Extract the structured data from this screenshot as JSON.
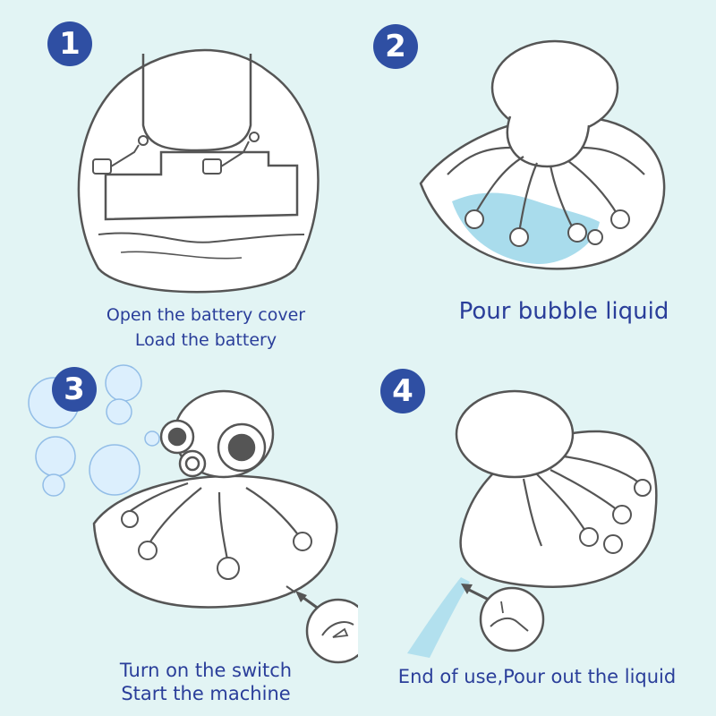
{
  "colors": {
    "background": "#e2f4f4",
    "badge": "#2f4fa3",
    "caption_text": "#2a3e9a",
    "line_art": "#555555",
    "liquid": "#a9dcec"
  },
  "steps": [
    {
      "number": "1",
      "caption_lines": [
        "Open the battery cover",
        "Load the battery"
      ]
    },
    {
      "number": "2",
      "caption_lines": [
        "Pour bubble liquid"
      ]
    },
    {
      "number": "3",
      "caption_lines": [
        "Turn on the switch",
        "Start the machine"
      ]
    },
    {
      "number": "4",
      "caption_lines": [
        "End of use,Pour out the liquid"
      ]
    }
  ]
}
